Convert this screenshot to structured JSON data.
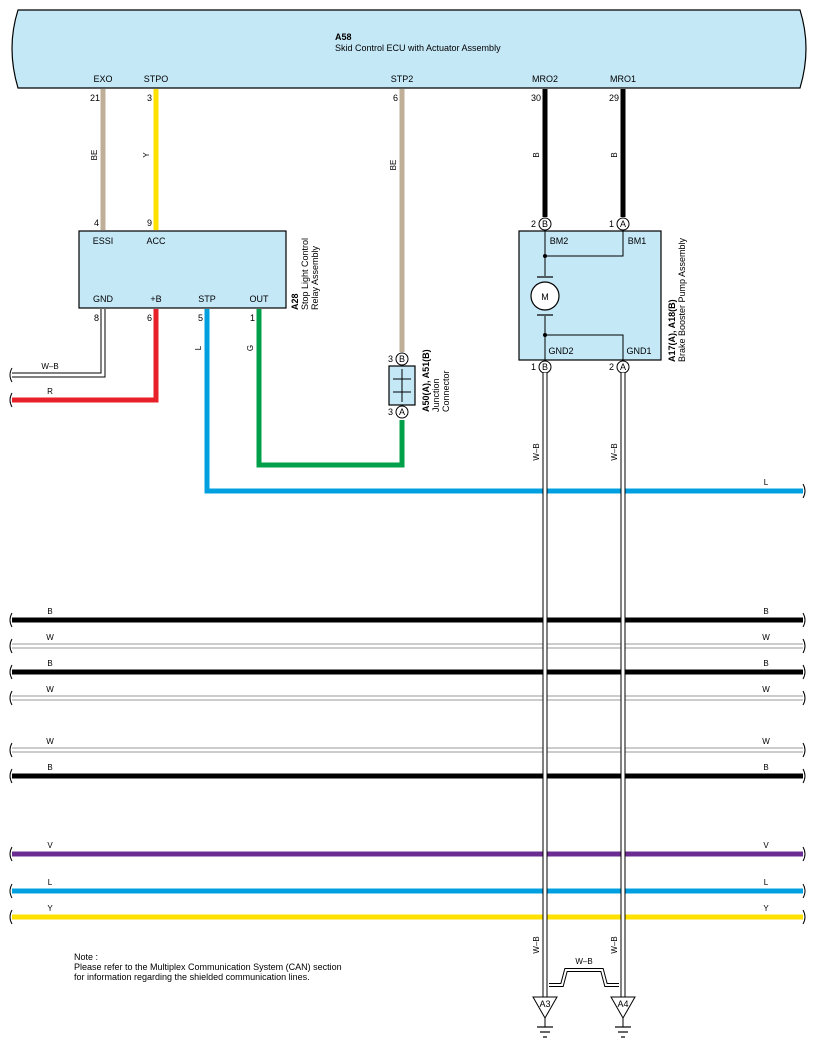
{
  "ecu": {
    "id": "A58",
    "name": "Skid Control ECU with Actuator Assembly",
    "pins": [
      {
        "label": "EXO",
        "num": "21"
      },
      {
        "label": "STPO",
        "num": "3"
      },
      {
        "label": "STP2",
        "num": "6"
      },
      {
        "label": "MRO2",
        "num": "30"
      },
      {
        "label": "MRO1",
        "num": "29"
      }
    ]
  },
  "relay": {
    "id": "A28",
    "name1": "Stop Light Control",
    "name2": "Relay Assembly",
    "top_pins": [
      {
        "label": "ESSI",
        "num": "4"
      },
      {
        "label": "ACC",
        "num": "9"
      }
    ],
    "bottom_pins": [
      {
        "label": "GND",
        "num": "8"
      },
      {
        "label": "+B",
        "num": "6"
      },
      {
        "label": "STP",
        "num": "5"
      },
      {
        "label": "OUT",
        "num": "1"
      }
    ]
  },
  "junction": {
    "id": "A50(A), A51(B)",
    "name1": "Junction",
    "name2": "Connector",
    "top_num": "3",
    "top_conn": "B",
    "bottom_num": "3",
    "bottom_conn": "A"
  },
  "pump": {
    "id": "A17(A), A18(B)",
    "name": "Brake Booster Pump Assembly",
    "motor": "M",
    "top_pins": [
      {
        "label": "BM2",
        "num": "2",
        "conn": "B"
      },
      {
        "label": "BM1",
        "num": "1",
        "conn": "A"
      }
    ],
    "bottom_pins": [
      {
        "label": "GND2",
        "num": "1",
        "conn": "B"
      },
      {
        "label": "GND1",
        "num": "2",
        "conn": "A"
      }
    ]
  },
  "wire_labels": {
    "exo": "BE",
    "stpo": "Y",
    "stp2": "BE",
    "mro2": "B",
    "mro1": "B",
    "relay_gnd": "W–B",
    "relay_b": "R",
    "relay_stp": "L",
    "relay_out": "G",
    "gnd2_upper": "W–B",
    "gnd1_upper": "W–B",
    "gnd2_lower": "W–B",
    "gnd1_lower": "W–B",
    "shield": "W–B",
    "l_bus": "L"
  },
  "bus_lines": [
    {
      "label": "B",
      "color": "#000000"
    },
    {
      "label": "W",
      "color": "#ffffff"
    },
    {
      "label": "B",
      "color": "#000000"
    },
    {
      "label": "W",
      "color": "#ffffff"
    },
    {
      "label": "W",
      "color": "#ffffff"
    },
    {
      "label": "B",
      "color": "#000000"
    },
    {
      "label": "V",
      "color": "#6a2c91"
    },
    {
      "label": "L",
      "color": "#00a0e0"
    },
    {
      "label": "Y",
      "color": "#ffe100"
    }
  ],
  "grounds": [
    {
      "label": "A3"
    },
    {
      "label": "A4"
    }
  ],
  "note": {
    "title": "Note :",
    "line1": "Please refer to the Multiplex Communication System (CAN) section",
    "line2": "for information regarding the shielded communication lines."
  },
  "colors": {
    "component_fill": "#c5e8f7",
    "beige": "#bfae98",
    "yellow": "#ffe100",
    "red": "#e8202a",
    "blue": "#00a0e0",
    "green": "#00a04a",
    "violet": "#6a2c91",
    "black": "#000000"
  }
}
